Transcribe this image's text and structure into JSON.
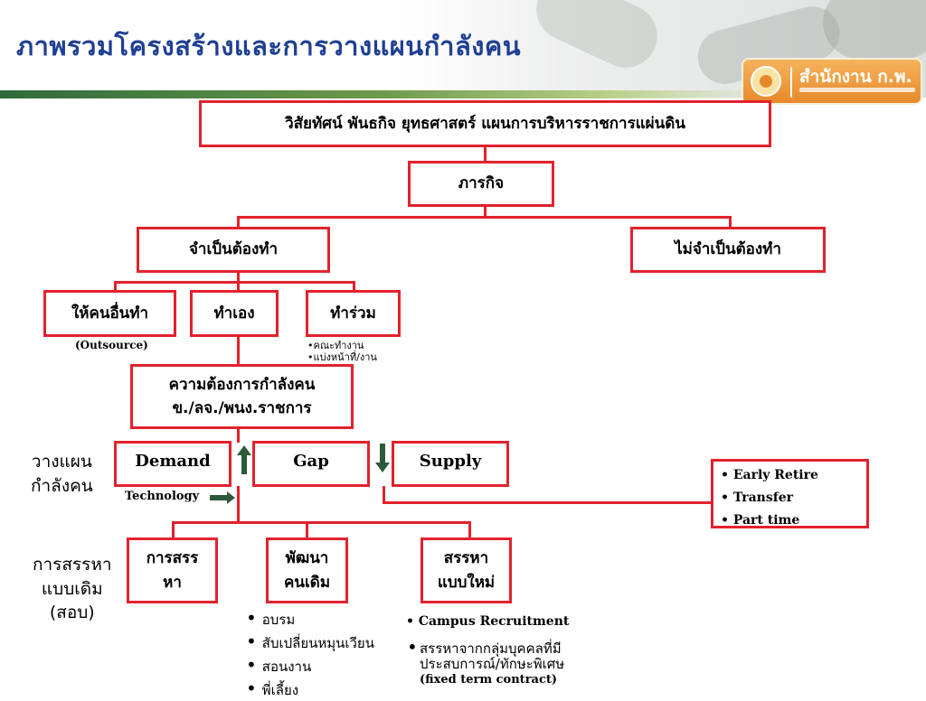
{
  "title": "ภาพรวมโครงสร้างและการวางแผนกำลังคน",
  "logo": {
    "name": "สำนักงาน ก.พ."
  },
  "boxes": {
    "vision": "วิสัยทัศน์  พันธกิจ  ยุทธศาสตร์  แผนการบริหารราชการแผ่นดิน",
    "mission": "ภารกิจ",
    "must_do": "จำเป็นต้องทำ",
    "not_must_do": "ไม่จำเป็นต้องทำ",
    "outsource": "ให้คนอื่นทำ",
    "self": "ทำเอง",
    "joint": "ทำร่วม",
    "need_line1": "ความต้องการกำลังคน",
    "need_line2": "ข./ลจ./พนง.ราชการ",
    "demand": "Demand",
    "gap": "Gap",
    "supply": "Supply",
    "recruit_line1": "การสรร",
    "recruit_line2": "หา",
    "develop_line1": "พัฒนา",
    "develop_line2": "คนเดิม",
    "new_line1": "สรรหา",
    "new_line2": "แบบใหม่"
  },
  "notes": {
    "outsource_note": "(Outsource)",
    "joint_note1": "•คณะทำงาน",
    "joint_note2": "•แบ่งหน้าที่/งาน",
    "technology": "Technology"
  },
  "side_labels": {
    "plan_line1": "วางแผน",
    "plan_line2": "กำลังคน",
    "old_line1": "การสรรหา",
    "old_line2": "แบบเดิม",
    "old_line3": "(สอบ)"
  },
  "supply_options": [
    "Early Retire",
    "Transfer",
    "Part time"
  ],
  "develop_items": [
    "อบรม",
    "สับเปลี่ยนหมุนเวียน",
    "สอนงาน",
    "พี่เลี้ยง"
  ],
  "new_items": {
    "campus": "• Campus Recruitment",
    "experienced_line1": "สรรหาจากกลุ่มบุคคลที่มี",
    "experienced_line2": "ประสบการณ์/ทักษะพิเศษ",
    "experienced_line3": "(fixed term contract)"
  },
  "colors": {
    "title": "#1f3f93",
    "border": "#e2222d",
    "arrow": "#2d5a3a"
  }
}
